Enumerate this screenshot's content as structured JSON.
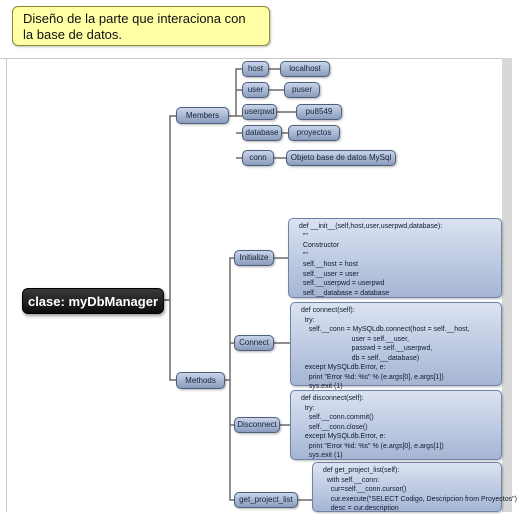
{
  "callout": "Diseño de la parte que interaciona con la base de datos.",
  "root": "clase: myDbManager",
  "members": {
    "label": "Members",
    "items": [
      {
        "key": "host",
        "value": "localhost"
      },
      {
        "key": "user",
        "value": "puser"
      },
      {
        "key": "userpwd",
        "value": "pu8549"
      },
      {
        "key": "database",
        "value": "proyectos"
      },
      {
        "key": "conn",
        "value": "Objeto base de datos MySql"
      }
    ]
  },
  "methods": {
    "label": "Methods",
    "items": [
      {
        "name": "Initialize",
        "code": "def __init__(self,host,user,userpwd,database):\n  \"\"\n  Constructor\n  \"\"\n  self.__host = host\n  self.__user = user\n  self.__userpwd = userpwd\n  self.__database = database"
      },
      {
        "name": "Connect",
        "code": "def connect(self):\n  try:\n    self.__conn = MySQLdb.connect(host = self.__host,\n                          user = self.__user,\n                          passwd = self.__userpwd,\n                          db = self.__database)\n  except MySQLdb.Error, e:\n    print \"Error %d: %s\" % (e.args[0], e.args[1])\n    sys.exit (1)"
      },
      {
        "name": "Disconnect",
        "code": "def disconnect(self):\n  try:\n    self.__conn.commit()\n    self.__conn.close()\n  except MySQLdb.Error, e:\n    print \"Error %d: %s\" % (e.args[0], e.args[1])\n    sys.exit (1)"
      },
      {
        "name": "get_project_list",
        "code": "def get_project_list(self):\n  with self.__conn:\n    cur=self.__conn.cursor()\n    cur.execute(\"SELECT Codigo, Descripcion from Proyectos\")\n    desc = cur.description"
      }
    ]
  }
}
